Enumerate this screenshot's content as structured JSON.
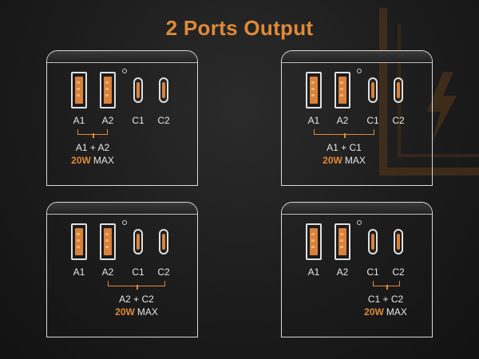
{
  "title": "2 Ports Output",
  "colors": {
    "accent": "#e08a38",
    "text": "#e6e6e6",
    "background": "#171717"
  },
  "port_labels": [
    "A1",
    "A2",
    "C1",
    "C2"
  ],
  "panels": [
    {
      "combo": "A1 + A2",
      "watts": "20W",
      "max": "MAX"
    },
    {
      "combo": "A1 + C1",
      "watts": "20W",
      "max": "MAX"
    },
    {
      "combo": "A2 + C2",
      "watts": "20W",
      "max": "MAX"
    },
    {
      "combo": "C1 + C2",
      "watts": "20W",
      "max": "MAX"
    }
  ]
}
